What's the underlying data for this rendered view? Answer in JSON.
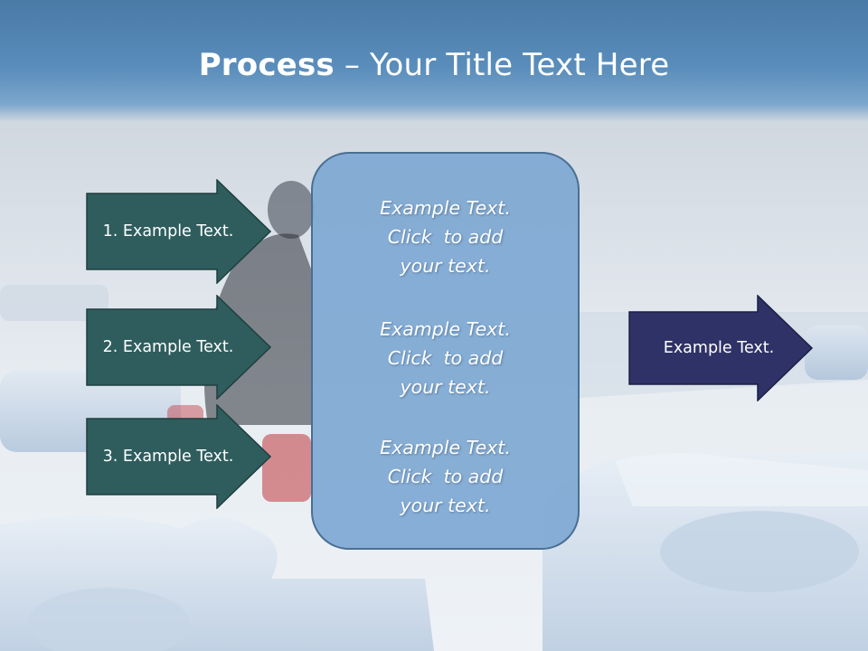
{
  "title": {
    "bold": "Process",
    "rest": " – Your Title Text Here"
  },
  "steps": [
    {
      "label": "1. Example Text."
    },
    {
      "label": "2. Example Text."
    },
    {
      "label": "3. Example Text."
    }
  ],
  "center_box": {
    "items": [
      {
        "line1": "Example Text.",
        "line2": "Click  to add",
        "line3": "your text."
      },
      {
        "line1": "Example Text.",
        "line2": "Click  to add",
        "line3": "your text."
      },
      {
        "line1": "Example Text.",
        "line2": "Click  to add",
        "line3": "your text."
      }
    ]
  },
  "result": {
    "label": "Example Text."
  },
  "colors": {
    "step_arrow_fill": "#2f5d5e",
    "result_arrow_fill": "#2e3266",
    "center_box_fill": "#7ea8d2",
    "title_bar": "#5a8dbb"
  }
}
